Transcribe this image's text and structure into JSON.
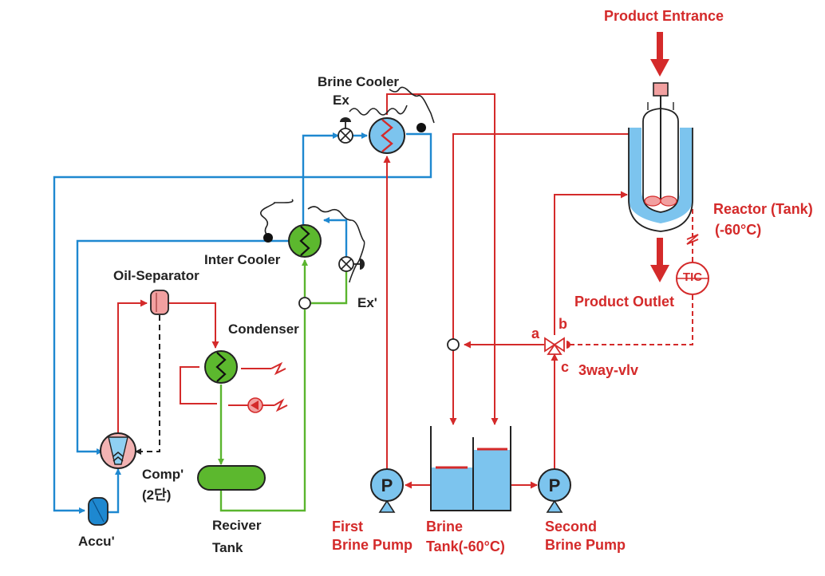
{
  "labels": {
    "brine_cooler_line1": "Brine Cooler",
    "brine_cooler_ex": "Ex",
    "inter_cooler": "Inter Cooler",
    "ex_prime": "Ex'",
    "oil_separator": "Oil-Separator",
    "condenser": "Condenser",
    "comp_line1": "Comp'",
    "comp_line2": "(2단)",
    "accu": "Accu'",
    "receiver_line1": "Reciver",
    "receiver_line2": "Tank",
    "product_entrance": "Product Entrance",
    "reactor_line1": "Reactor (Tank)",
    "reactor_line2": "(-60°C)",
    "product_outlet": "Product Outlet",
    "tic": "TIC",
    "valve_a": "a",
    "valve_b": "b",
    "valve_c": "c",
    "three_way_valve": "3way-vlv",
    "first_pump_line1": "First",
    "first_pump_line2": "Brine Pump",
    "brine_tank_line1": "Brine",
    "brine_tank_line2": "Tank(-60°C)",
    "second_pump_line1": "Second",
    "second_pump_line2": "Brine Pump",
    "pump_symbol": "P"
  },
  "colors": {
    "refrigerant_blue": "#1e88d0",
    "brine_red": "#d42a2a",
    "liquid_green": "#5ab52e",
    "equipment_blue": "#7cc4ee",
    "equipment_green": "#5cb82e"
  }
}
